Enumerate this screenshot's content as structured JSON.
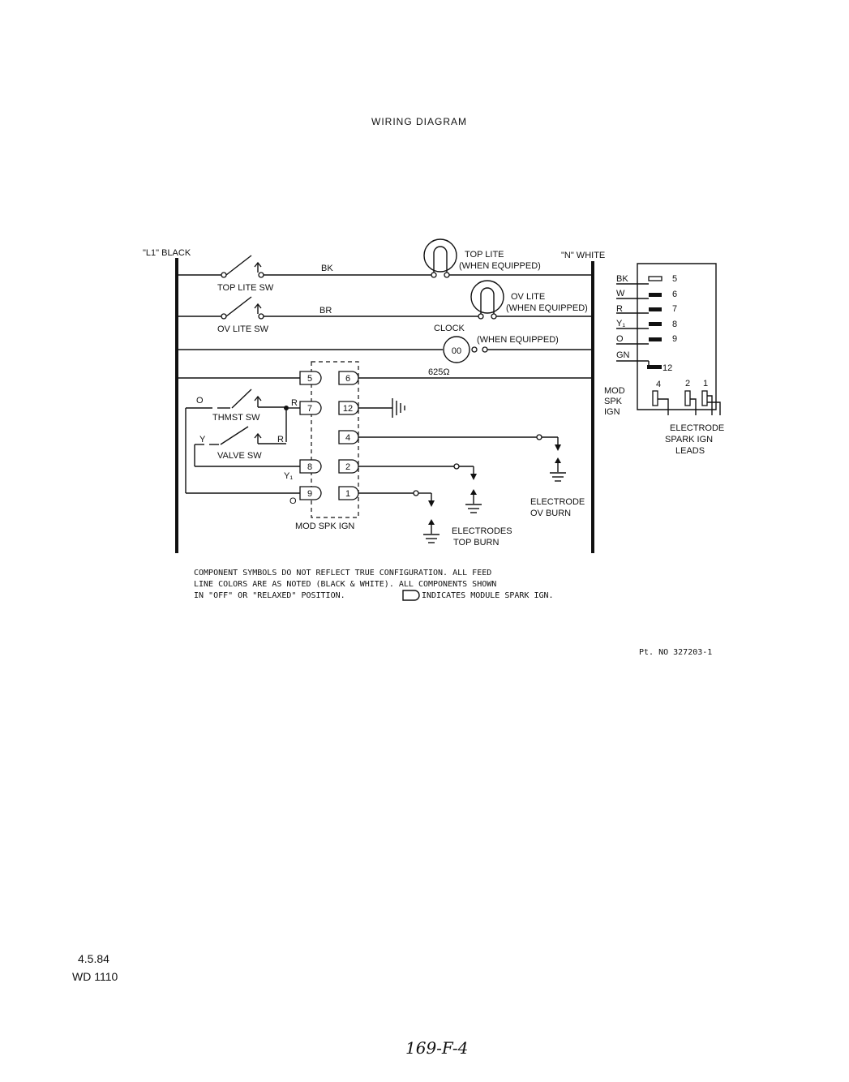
{
  "title": "WIRING DIAGRAM",
  "line_labels": {
    "l1": "\"L1\" BLACK",
    "n": "\"N\" WHITE"
  },
  "components": {
    "top_lite_sw": "TOP LITE SW",
    "ov_lite_sw": "OV LITE SW",
    "top_lite": "TOP LITE",
    "top_lite_when": "(WHEN EQUIPPED)",
    "ov_lite": "OV LITE",
    "ov_lite_when": "(WHEN EQUIPPED)",
    "clock": "CLOCK",
    "clock_symbol": "00",
    "clock_when": "(WHEN EQUIPPED)",
    "resistor": "625Ω",
    "thmst_sw": "THMST SW",
    "valve_sw": "VALVE SW",
    "mod_spk_ign_bottom": "MOD SPK IGN",
    "mod_spk_ign_side": [
      "MOD",
      "SPK",
      "IGN"
    ],
    "electrode_ov_burn": [
      "ELECTRODE",
      "OV BURN"
    ],
    "electrodes_top_burn": [
      "ELECTRODES",
      "TOP BURN"
    ],
    "electrode_spark_leads": [
      "ELECTRODE",
      "SPARK IGN",
      "LEADS"
    ]
  },
  "wire_colors": {
    "bk": "BK",
    "br": "BR",
    "o": "O",
    "y": "Y",
    "r": "R",
    "y1": "Y₁"
  },
  "module_terminals": {
    "left": [
      "5",
      "7",
      "8",
      "9"
    ],
    "right": [
      "6",
      "12",
      "4",
      "2",
      "1"
    ]
  },
  "connector": {
    "colors": [
      "BK",
      "W",
      "R",
      "Y₁",
      "O",
      "GN"
    ],
    "numbers": [
      "5",
      "6",
      "7",
      "8",
      "9",
      "12"
    ],
    "lead_numbers": [
      "4",
      "2",
      "1"
    ]
  },
  "note": [
    "COMPONENT SYMBOLS DO NOT REFLECT TRUE CONFIGURATION.  ALL FEED",
    "LINE COLORS ARE AS NOTED (BLACK & WHITE).  ALL COMPONENTS SHOWN",
    "IN \"OFF\" OR \"RELAXED\" POSITION."
  ],
  "note_indicates": "INDICATES MODULE SPARK IGN.",
  "part_no": "Pt. NO 327203-1",
  "date": "4.5.84",
  "wd": "WD 1110",
  "handwritten": "169-F-4"
}
